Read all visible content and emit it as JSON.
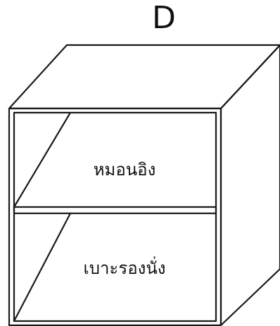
{
  "diagram": {
    "title": "D",
    "shelves": [
      {
        "label": "หมอนอิง"
      },
      {
        "label": "เบาะรองนั่ง"
      }
    ]
  }
}
